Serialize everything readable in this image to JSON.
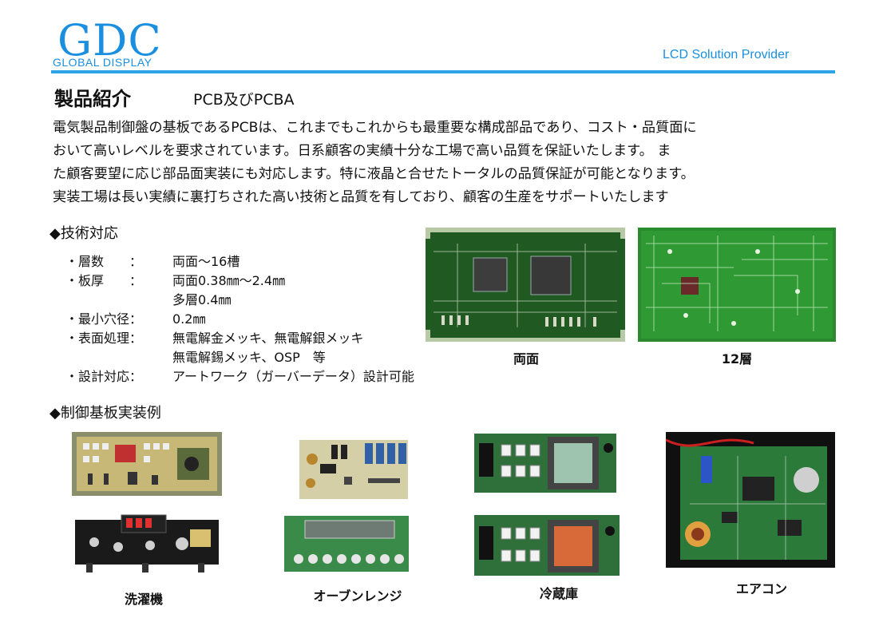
{
  "header": {
    "logo_big": "GDC",
    "logo_small": "GLOBAL DISPLAY",
    "tagline": "LCD Solution Provider"
  },
  "title": "製品紹介",
  "subtitle": "PCB及びPCBA",
  "intro": [
    " 電気製品制御盤の基板であるPCBは、これまでもこれからも最重要な構成部品であり、コスト・品質面に",
    "おいて高いレベルを要求されています。日系顧客の実績十分な工場で高い品質を保証いたします。 ま",
    "た顧客要望に応じ部品面実装にも対応します。特に液晶と合せたトータルの品質保証が可能となります。",
    "実装工場は長い実績に裏打ちされた高い技術と品質を有しており、顧客の生産をサポートいたします"
  ],
  "section1": "◆技術対応",
  "specs": [
    {
      "key": "・層数　　：",
      "val": "両面〜16槽"
    },
    {
      "key": "・板厚　　：",
      "val": "両面0.38㎜〜2.4㎜"
    },
    {
      "key": "",
      "val": "多層0.4㎜"
    },
    {
      "key": "・最小穴径：",
      "val": "0.2㎜"
    },
    {
      "key": "・表面処理：",
      "val": "無電解金メッキ、無電解銀メッキ"
    },
    {
      "key": "",
      "val": "無電解錫メッキ、OSP　等"
    },
    {
      "key": "・設計対応：",
      "val": "アートワーク（ガーバーデータ）設計可能"
    }
  ],
  "pcb_captions": {
    "double": "両面",
    "twelve": "12層"
  },
  "section2": "◆制御基板実装例",
  "examples": {
    "washer": "洗濯機",
    "oven": "オーブンレンジ",
    "fridge": "冷蔵庫",
    "aircon": "エアコン"
  }
}
